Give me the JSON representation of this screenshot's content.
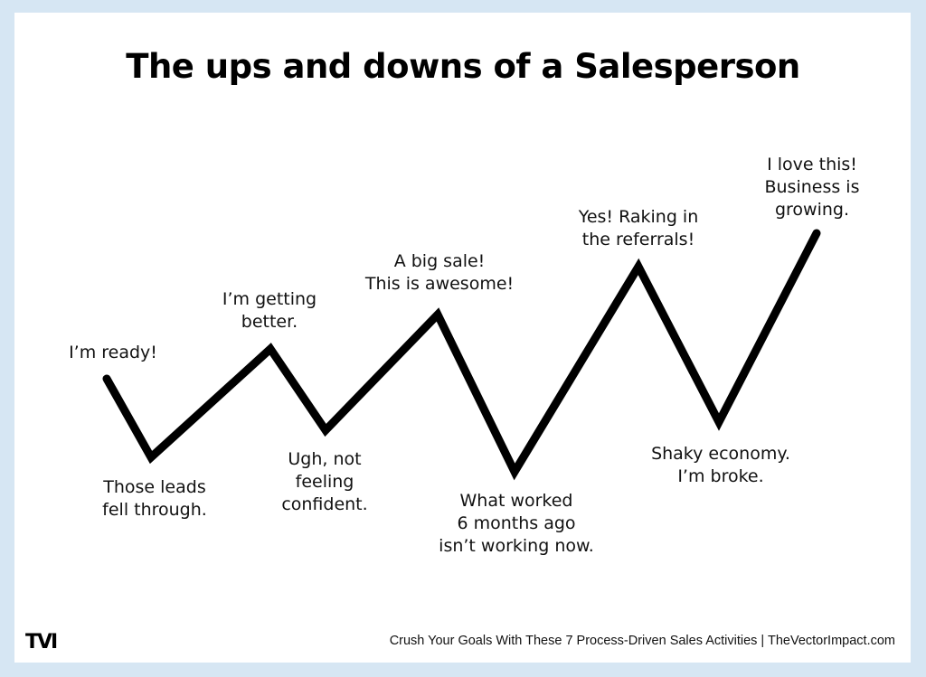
{
  "title": "The ups and downs of a Salesperson",
  "labels": {
    "ready": [
      "I’m ready!"
    ],
    "leads": [
      "Those leads",
      "fell through."
    ],
    "better": [
      "I’m getting",
      "better."
    ],
    "ugh": [
      "Ugh, not",
      "feeling",
      "confident."
    ],
    "sale": [
      "A big sale!",
      "This is awesome!"
    ],
    "worked": [
      "What worked",
      "6 months ago",
      "isn’t working now."
    ],
    "yes": [
      "Yes! Raking in",
      "the referrals!"
    ],
    "shaky": [
      "Shaky economy.",
      "I’m broke."
    ],
    "love": [
      "I love this!",
      "Business is",
      "growing."
    ]
  },
  "logo": "TVI",
  "footer": "Crush Your Goals With These 7 Process-Driven Sales Activities | TheVectorImpact.com",
  "colors": {
    "background": "#d6e6f3",
    "card": "#ffffff",
    "line": "#000000",
    "text": "#111111"
  }
}
